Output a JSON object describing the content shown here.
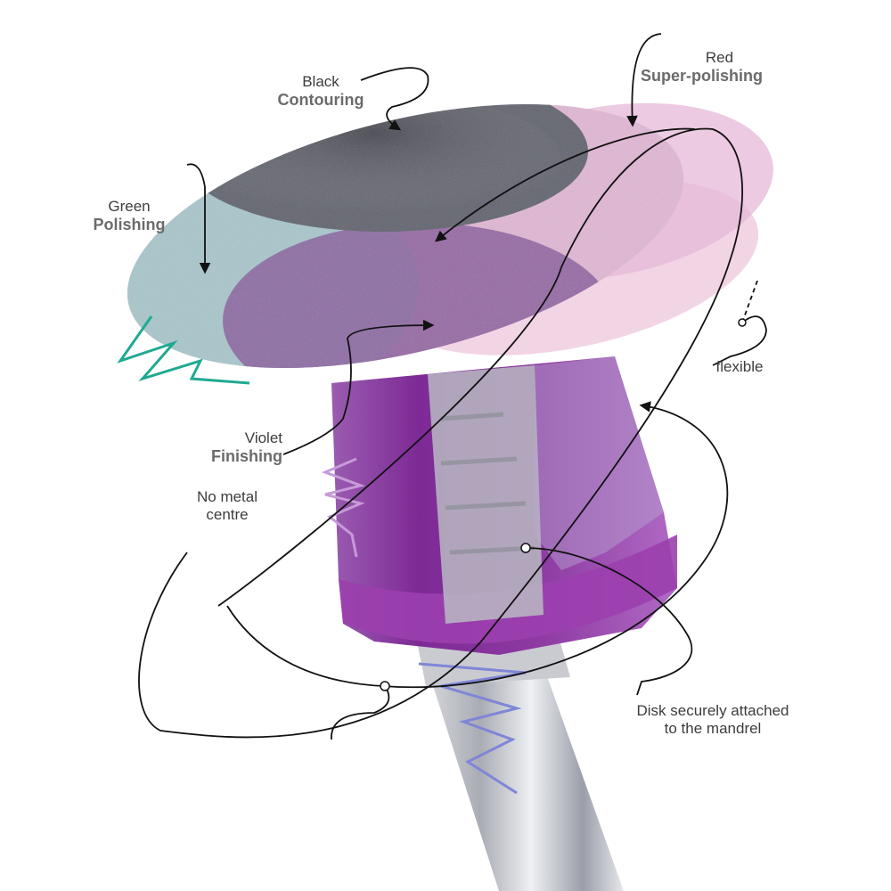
{
  "illustration": {
    "subject": "flexible polishing disk on mandrel",
    "colors": {
      "background": "#ffffff",
      "disc_black": "#5a5c66",
      "disc_green": "#9fc3c9",
      "disc_violet": "#8a5a9c",
      "disc_red_pink": "#e6b5d6",
      "disc_flex_pink": "#f0d2e2",
      "hub_violet": "#8a2f9a",
      "mandrel_metal": "#b9bcc4",
      "annotation_line": "#111111",
      "scribble_teal": "#1faa92",
      "scribble_lilac": "#c79ad8",
      "scribble_blue": "#7f86d6",
      "label_text": "#3d3d3d",
      "label_bold_text": "#6b6b6b"
    }
  },
  "labels": {
    "black": {
      "color_name": "Black",
      "function": "Contouring"
    },
    "red": {
      "color_name": "Red",
      "function": "Super-polishing"
    },
    "green": {
      "color_name": "Green",
      "function": "Polishing"
    },
    "violet": {
      "color_name": "Violet",
      "function": "Finishing"
    },
    "flexible": "flexible",
    "no_metal": {
      "line1": "No metal",
      "line2": "centre"
    },
    "attached": {
      "line1": "Disk securely attached",
      "line2": "to the mandrel"
    }
  }
}
